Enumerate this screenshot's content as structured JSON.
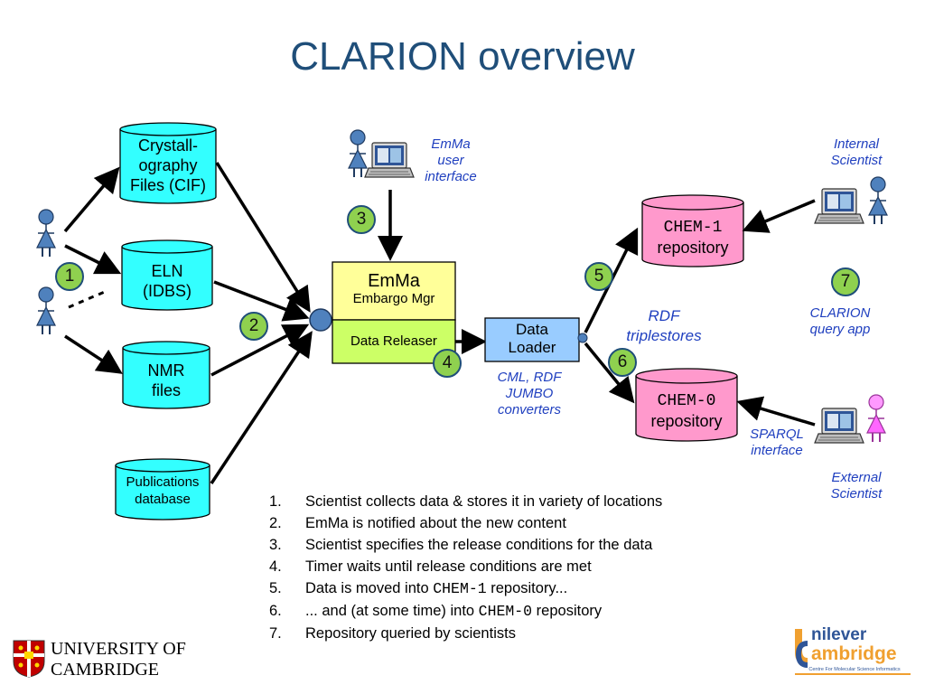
{
  "title": "CLARION overview",
  "sources": {
    "cif": [
      "Crystall-",
      "ography",
      "Files (CIF)"
    ],
    "eln": [
      "ELN",
      "(IDBS)"
    ],
    "nmr": [
      "NMR",
      "files"
    ],
    "pub": [
      "Publications",
      "database"
    ]
  },
  "emma": {
    "title": "EmMa",
    "subtitle": "Embargo Mgr",
    "releaser": "Data Releaser",
    "ui_label": [
      "EmMa",
      "user",
      "interface"
    ]
  },
  "loader": {
    "label": [
      "Data",
      "Loader"
    ],
    "converters": [
      "CML, RDF",
      "JUMBO",
      "converters"
    ]
  },
  "repos": {
    "chem1": {
      "code": "CHEM-1",
      "label": "repository"
    },
    "chem0": {
      "code": "CHEM-0",
      "label": "repository"
    },
    "rdf": [
      "RDF",
      "triplestores"
    ]
  },
  "actors": {
    "internal": [
      "Internal",
      "Scientist"
    ],
    "external": [
      "External",
      "Scientist"
    ],
    "query_app": [
      "CLARION",
      "query app"
    ],
    "sparql": [
      "SPARQL",
      "interface"
    ]
  },
  "badges": [
    "1",
    "2",
    "3",
    "4",
    "5",
    "6",
    "7"
  ],
  "steps": [
    {
      "num": "1.",
      "text": "Scientist collects data & stores it in variety of locations"
    },
    {
      "num": "2.",
      "text": "EmMa is notified about the new content"
    },
    {
      "num": "3.",
      "text": "Scientist specifies the release conditions for the data"
    },
    {
      "num": "4.",
      "text": "Timer waits until release conditions are met"
    },
    {
      "num": "5.",
      "pre": "Data is moved into ",
      "code": "CHEM-1",
      "post": " repository..."
    },
    {
      "num": "6.",
      "pre": "... and (at some time) into ",
      "code": "CHEM-0",
      "post": " repository"
    },
    {
      "num": "7.",
      "text": "Repository queried by scientists"
    }
  ],
  "logos": {
    "cambridge": [
      "UNIVERSITY OF",
      "CAMBRIDGE"
    ],
    "unilever": {
      "line1": "nilever",
      "line2": "ambridge",
      "tag": "Centre For Molecular Science Informatics"
    }
  },
  "colors": {
    "title": "#1f4e79",
    "source_fill": "#33ffff",
    "emma_fill": "#ffff99",
    "releaser_fill": "#ccff66",
    "loader_fill": "#99ccff",
    "repo_fill": "#ff99cc",
    "badge_fill": "#8fd14f",
    "italic_blue": "#1f3fbf",
    "person_blue": "#4f81bd",
    "person_pink": "#ff66ff"
  }
}
